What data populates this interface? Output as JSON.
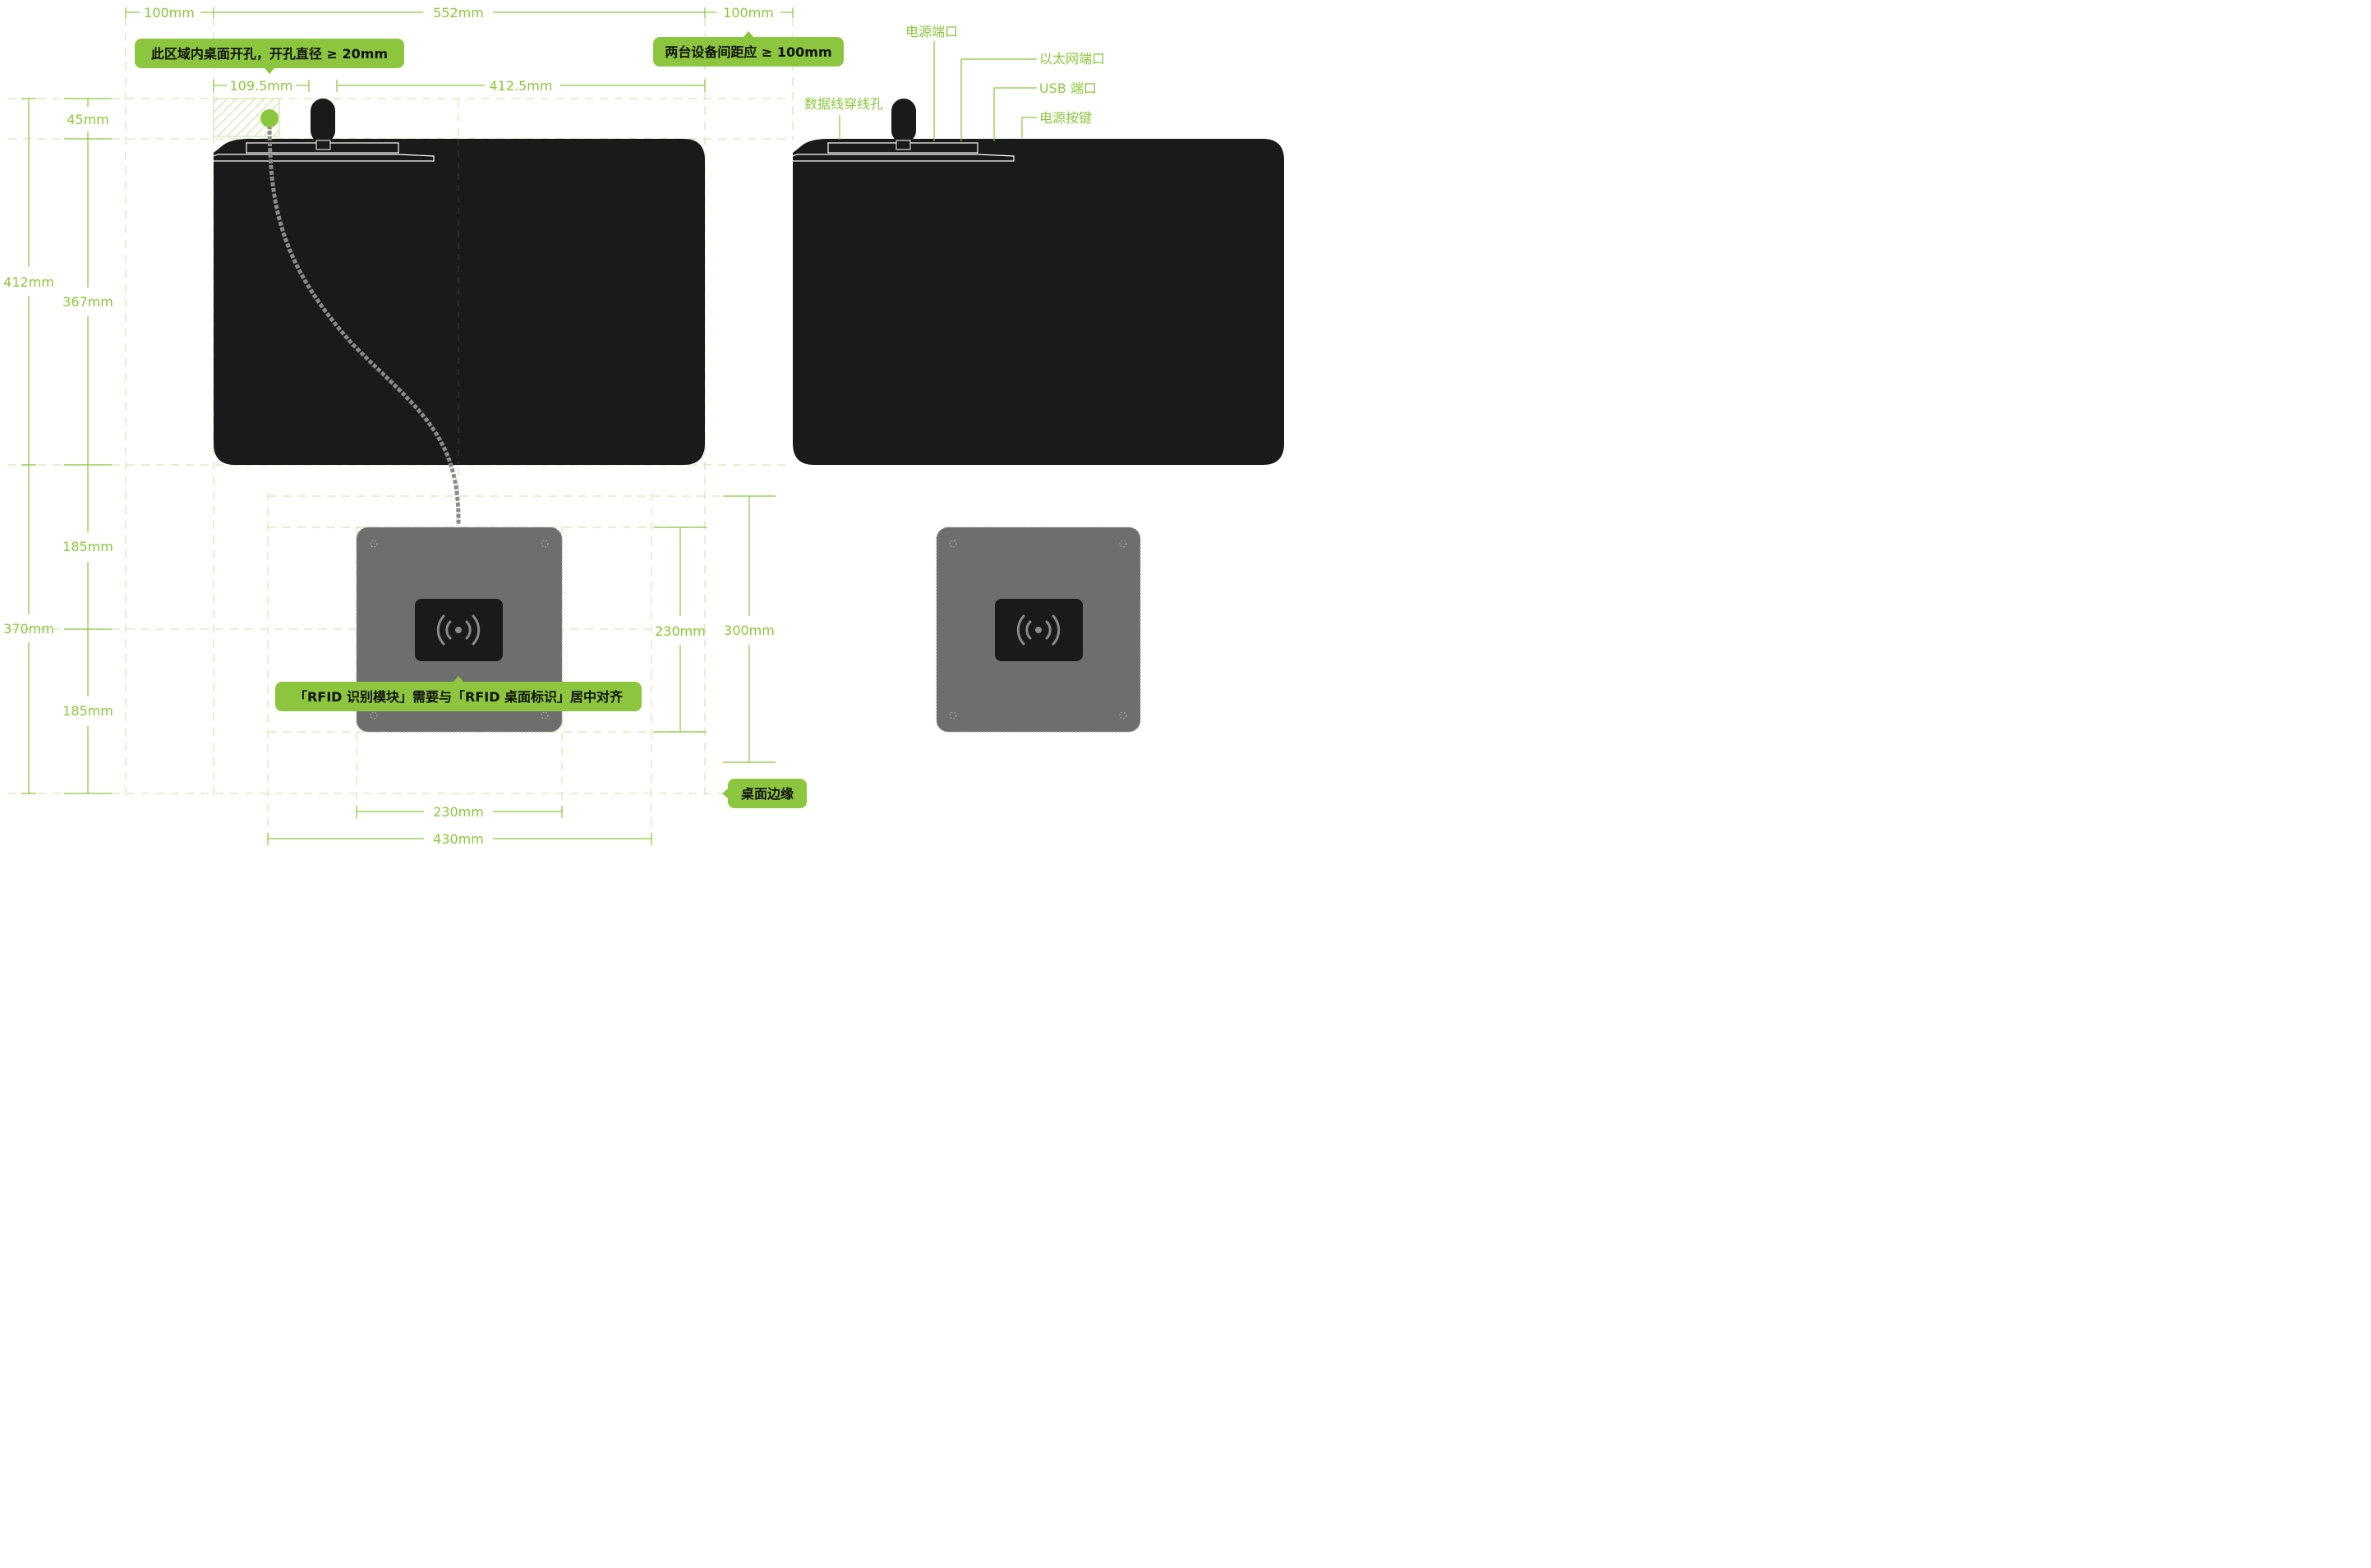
{
  "colors": {
    "accent": "#8cc63f",
    "device": "#1a1a1a",
    "reader": "#6e6e6e",
    "cable": "#888888",
    "guide": "#d4e6b5"
  },
  "dimensions": {
    "d_100_left": "100mm",
    "d_552": "552mm",
    "d_100_right": "100mm",
    "d_109_5": "109.5mm",
    "d_412_5": "412.5mm",
    "d_45": "45mm",
    "d_412": "412mm",
    "d_367": "367mm",
    "d_370": "370mm",
    "d_185_top": "185mm",
    "d_185_bottom": "185mm",
    "d_230_v": "230mm",
    "d_300": "300mm",
    "d_230_h": "230mm",
    "d_430": "430mm"
  },
  "callouts": {
    "hole": "此区域内桌面开孔，开孔直径 ≥ 20mm",
    "spacing": "两台设备间距应 ≥ 100mm",
    "rfid": "「RFID 识别模块」需要与「RFID 桌面标识」居中对齐",
    "edge": "桌面边缘"
  },
  "port_labels": {
    "power_port": "电源端口",
    "ethernet": "以太网端口",
    "usb": "USB 端口",
    "power_button": "电源按键",
    "cable_hole": "数据线穿线孔"
  },
  "icons": {
    "rfid_left": "rfid-wireless-icon",
    "rfid_right": "rfid-wireless-icon"
  }
}
